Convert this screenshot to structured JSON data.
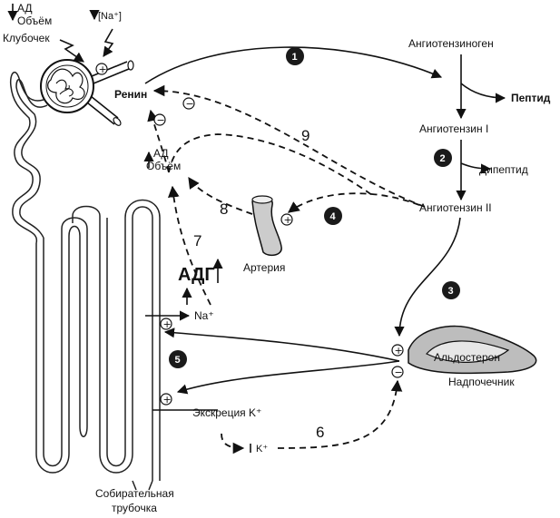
{
  "labels": {
    "ad_top": "АД",
    "volume_top": "Объём",
    "na_top": "[Na⁺]",
    "glomerulus": "Клубочек",
    "renin": "Ренин",
    "angiotensinogen": "Ангиотензиноген",
    "peptide": "Пептид",
    "angiotensin1": "Ангиотензин I",
    "dipeptide": "Дипептид",
    "angiotensin2": "Ангиотензин II",
    "ad_mid": "АД",
    "volume_mid": "Объём",
    "artery": "Артерия",
    "adh": "АДГ",
    "na_plus": "Na⁺",
    "aldosterone": "Альдостерон",
    "adrenal": "Надпочечник",
    "k_excretion": "Экскреция K⁺",
    "k_decrease": "K⁺",
    "collecting_duct_1": "Собирательная",
    "collecting_duct_2": "трубочка"
  },
  "steps": {
    "s1": "1",
    "s2": "2",
    "s3": "3",
    "s4": "4",
    "s5": "5",
    "s6": "6",
    "s7": "7",
    "s8": "8",
    "s9": "9"
  },
  "signs": {
    "plus": "+",
    "minus": "−"
  },
  "colors": {
    "ink": "#111111",
    "badge": "#1a1a1a",
    "background": "#ffffff"
  }
}
